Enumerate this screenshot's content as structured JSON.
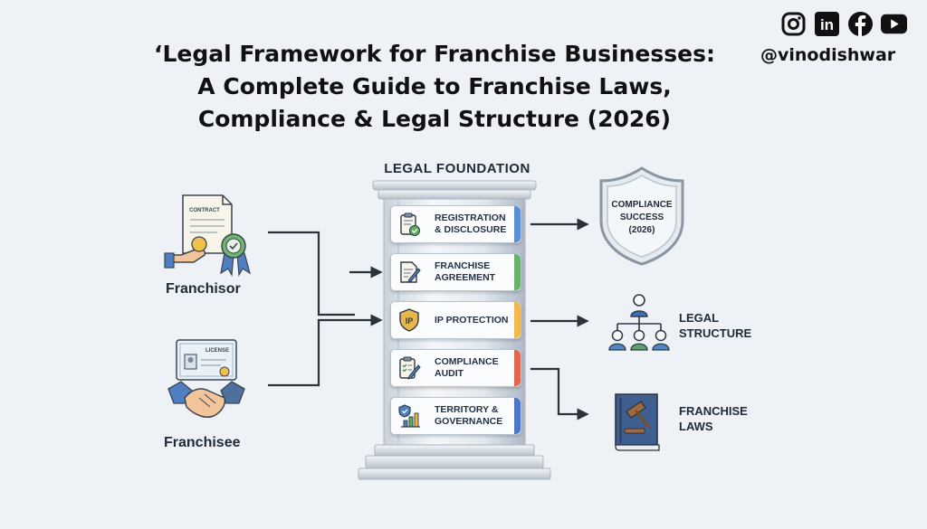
{
  "header": {
    "title_line1": "‘Legal Framework for Franchise Businesses:",
    "title_line2": "A Complete Guide to Franchise Laws,",
    "title_line3": "Compliance & Legal Structure (2026)"
  },
  "social": {
    "icons": [
      "instagram-icon",
      "linkedin-icon",
      "facebook-icon",
      "youtube-icon"
    ],
    "linkedin_text": "in",
    "handle": "@vinodishwar"
  },
  "diagram": {
    "pillar_title": "LEGAL FOUNDATION",
    "left": {
      "franchisor": "Franchisor",
      "franchisee": "Franchisee",
      "contract_doc": "CONTRACT",
      "license_doc": "LICENSE"
    },
    "cards": [
      {
        "line1": "REGISTRATION",
        "line2": "& DISCLOSURE",
        "accent": "#5a8fd6",
        "icon": "clipboard-check-icon"
      },
      {
        "line1": "FRANCHISE",
        "line2": "AGREEMENT",
        "accent": "#6bb36b",
        "icon": "document-pen-icon"
      },
      {
        "line1": "IP PROTECTION",
        "line2": "",
        "accent": "#f2b84b",
        "icon": "ip-badge-icon",
        "badge": "IP"
      },
      {
        "line1": "COMPLIANCE",
        "line2": "AUDIT",
        "accent": "#e2674f",
        "icon": "checklist-pen-icon"
      },
      {
        "line1": "TERRITORY &",
        "line2": "GOVERNANCE",
        "accent": "#4f79c8",
        "icon": "shield-chart-icon"
      }
    ],
    "right": {
      "shield_line1": "COMPLIANCE",
      "shield_line2": "SUCCESS",
      "shield_line3": "(2026)",
      "legal_structure_line1": "LEGAL",
      "legal_structure_line2": "STRUCTURE",
      "franchise_laws_line1": "FRANCHISE",
      "franchise_laws_line2": "LAWS"
    }
  }
}
